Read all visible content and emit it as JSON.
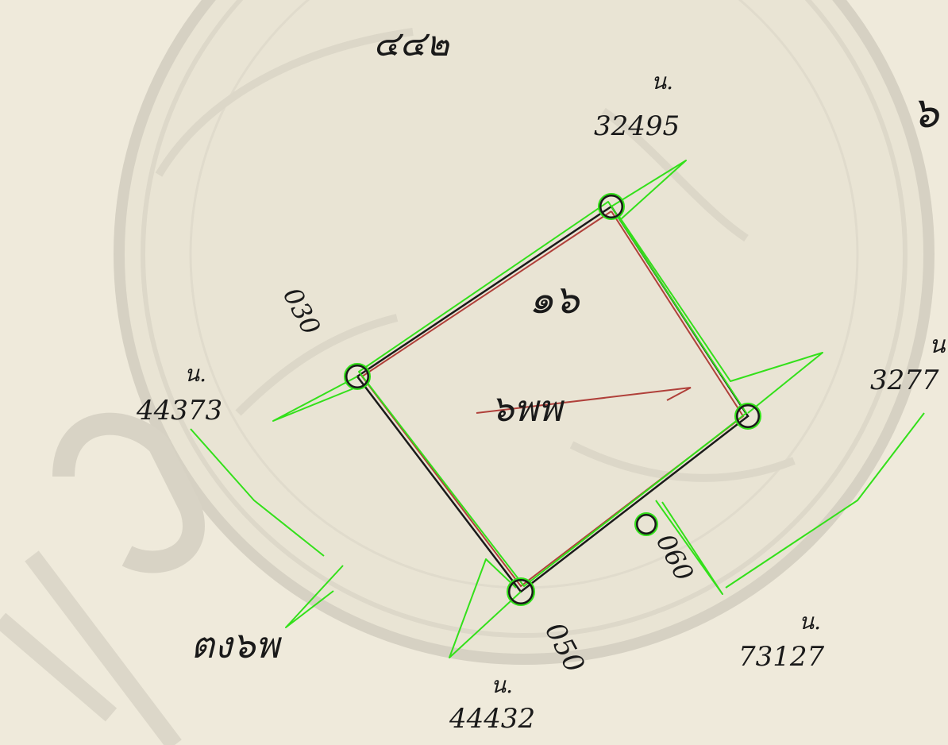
{
  "labels": {
    "top_left_code": "๔๔๒",
    "top_right_digit": "๖",
    "parcel_number": "๑๖",
    "parcel_subtitle": "๖พพ",
    "right_edge_prefix": "น",
    "right_edge_number": "3277",
    "bottom_left_code": "ตง๖พ",
    "bottom_right_measure": "060",
    "bottom_center_measure": "050",
    "left_measure": "030"
  },
  "markers": [
    {
      "id": "north",
      "prefix": "น.",
      "number": "32495"
    },
    {
      "id": "west",
      "prefix": "น.",
      "number": "44373"
    },
    {
      "id": "southeast",
      "prefix": "น.",
      "number": "73127"
    },
    {
      "id": "south",
      "prefix": "น.",
      "number": "44432"
    }
  ],
  "colors": {
    "paper": "#efeadb",
    "ink": "#1a1a1a",
    "highlight": "#33e01a",
    "red_line": "#b0403a",
    "watermark": "#d6d1c3"
  }
}
